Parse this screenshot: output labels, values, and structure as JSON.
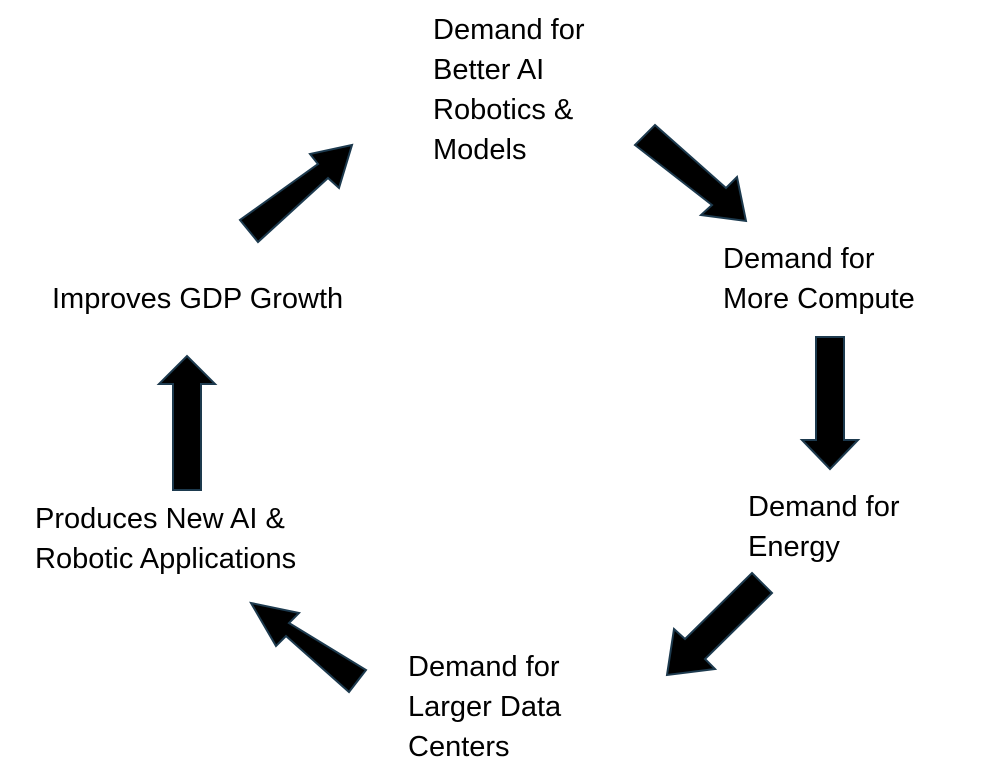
{
  "nodes": {
    "ai_demand": {
      "lines": [
        "Demand for",
        "Better AI",
        "Robotics &",
        "Models"
      ]
    },
    "compute_demand": {
      "lines": [
        "Demand for",
        "More Compute"
      ]
    },
    "energy_demand": {
      "lines": [
        "Demand for",
        "Energy"
      ]
    },
    "datacenter_demand": {
      "lines": [
        "Demand for",
        "Larger Data",
        "Centers"
      ]
    },
    "new_applications": {
      "lines": [
        "Produces New AI &",
        "Robotic Applications"
      ]
    },
    "gdp_growth": {
      "lines": [
        "Improves GDP Growth"
      ]
    }
  },
  "colors": {
    "arrow_fill": "#000000",
    "arrow_outline": "#1d3a4e",
    "text": "#000000",
    "background": "#ffffff"
  }
}
